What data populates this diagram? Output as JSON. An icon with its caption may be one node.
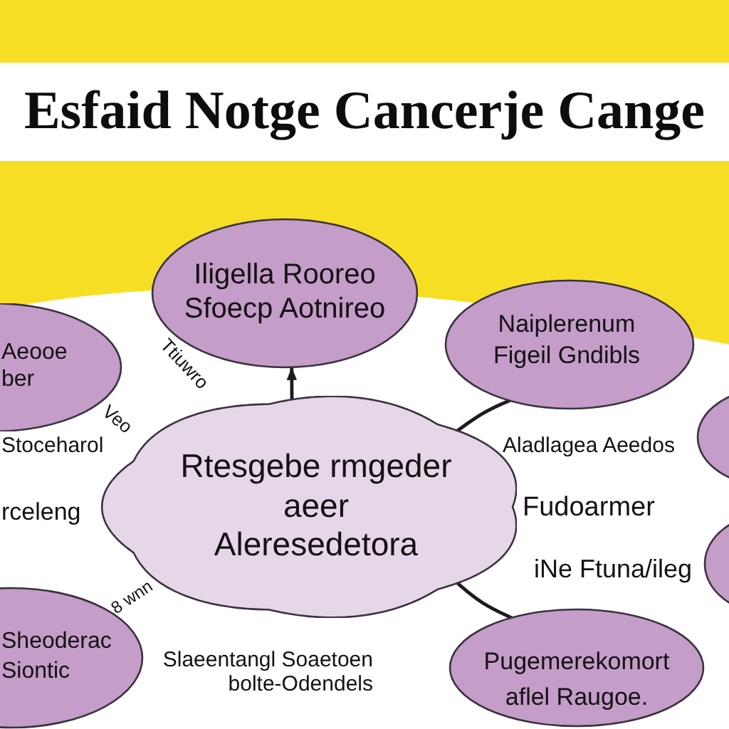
{
  "diagram": {
    "title": "Esfaid Notge Cancerje Cange",
    "nodes": [
      {
        "text": [
          "Iligella Rooreo Sfoecp Aotnireo"
        ]
      },
      {
        "text": [
          "Aeooe ber"
        ]
      },
      {
        "text": [
          "Naiplerenum Figeil Gndibls"
        ]
      },
      {
        "text": [],
        "shape": "ellipse"
      },
      {
        "text": [
          "Rtesgebe rmgeder aeer Aleresedetora"
        ]
      },
      {
        "text": [],
        "shape": "ellipse"
      },
      {
        "text": [
          "Sheoderac Siontic"
        ]
      },
      {
        "text": [
          "Pugemerekomort aflel Raugoe."
        ]
      }
    ],
    "edges": [
      {
        "from": 4,
        "to": 0,
        "arrow": "to"
      },
      {
        "from": 4,
        "to": 2,
        "arrow": "none"
      },
      {
        "from": 4,
        "to": 7,
        "arrow": "none"
      }
    ],
    "labels": [
      "Ttiuwro",
      "Veo",
      "Stoceharol",
      "Aladlagea Aeedos",
      "rceleng",
      "Fudoarmer",
      "iNe Ftuna/ileg",
      "8 wnn",
      "Slaeentangl Soaetoen bolte-Odendels"
    ]
  }
}
